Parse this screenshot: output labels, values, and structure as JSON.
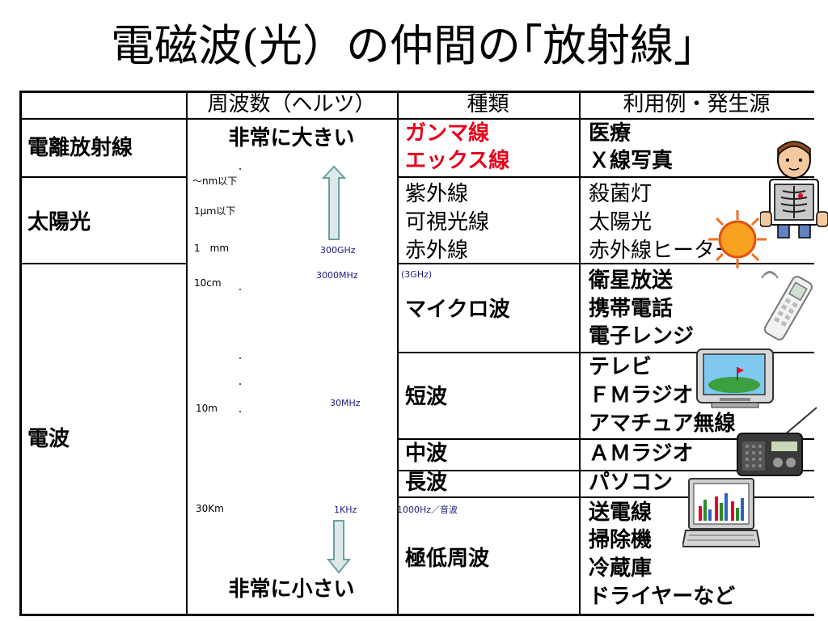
{
  "title": "電磁波(光）の仲間の｢放射線」",
  "header": {
    "col1": "",
    "col2": "周波数（ヘルツ）",
    "col3": "種類",
    "col4": "利用例・発生源"
  },
  "categories": {
    "ionizing": "電離放射線",
    "sunlight": "太陽光",
    "radio": "電波"
  },
  "frequency": {
    "very_high": "非常に大きい",
    "very_low": "非常に小さい",
    "nm": "～nm以下",
    "um": "1μｍ以下",
    "mm": "1　mm",
    "ghz300": "300GHz",
    "cm10": "10cm",
    "mhz3000": "3000MHz",
    "m10": "10m",
    "mhz30": "30MHz",
    "km30": "30Km",
    "khz1": "1KHz"
  },
  "types": {
    "gamma": "ガンマ線",
    "xray": "エックス線",
    "uv": "紫外線",
    "visible": "可視光線",
    "ir": "赤外線",
    "ghz_note": "(3GHz)",
    "microwave": "マイクロ波",
    "shortwave": "短波",
    "mediumwave": "中波",
    "longwave": "長波",
    "elf_note": "1000Hz／音波",
    "elf": "極低周波"
  },
  "uses": {
    "medical": "医療",
    "xray_photo": "Ｘ線写真",
    "sterilizer": "殺菌灯",
    "sunlight": "太陽光",
    "ir_heater": "赤外線ヒーター",
    "satellite": "衛星放送",
    "mobile": "携帯電話",
    "microwave_oven": "電子レンジ",
    "tv": "テレビ",
    "fm": "ＦＭラジオ",
    "amateur": "アマチュア無線",
    "am": "ＡＭラジオ",
    "pc": "パソコン",
    "power_line": "送電線",
    "vacuum": "掃除機",
    "fridge": "冷蔵庫",
    "dryer": "ドライヤーなど"
  },
  "colors": {
    "red_text": "#e8001c",
    "arrow_fill": "#dce9ea",
    "arrow_stroke": "#6f9ea2",
    "freq_label": "#1a1a80"
  }
}
